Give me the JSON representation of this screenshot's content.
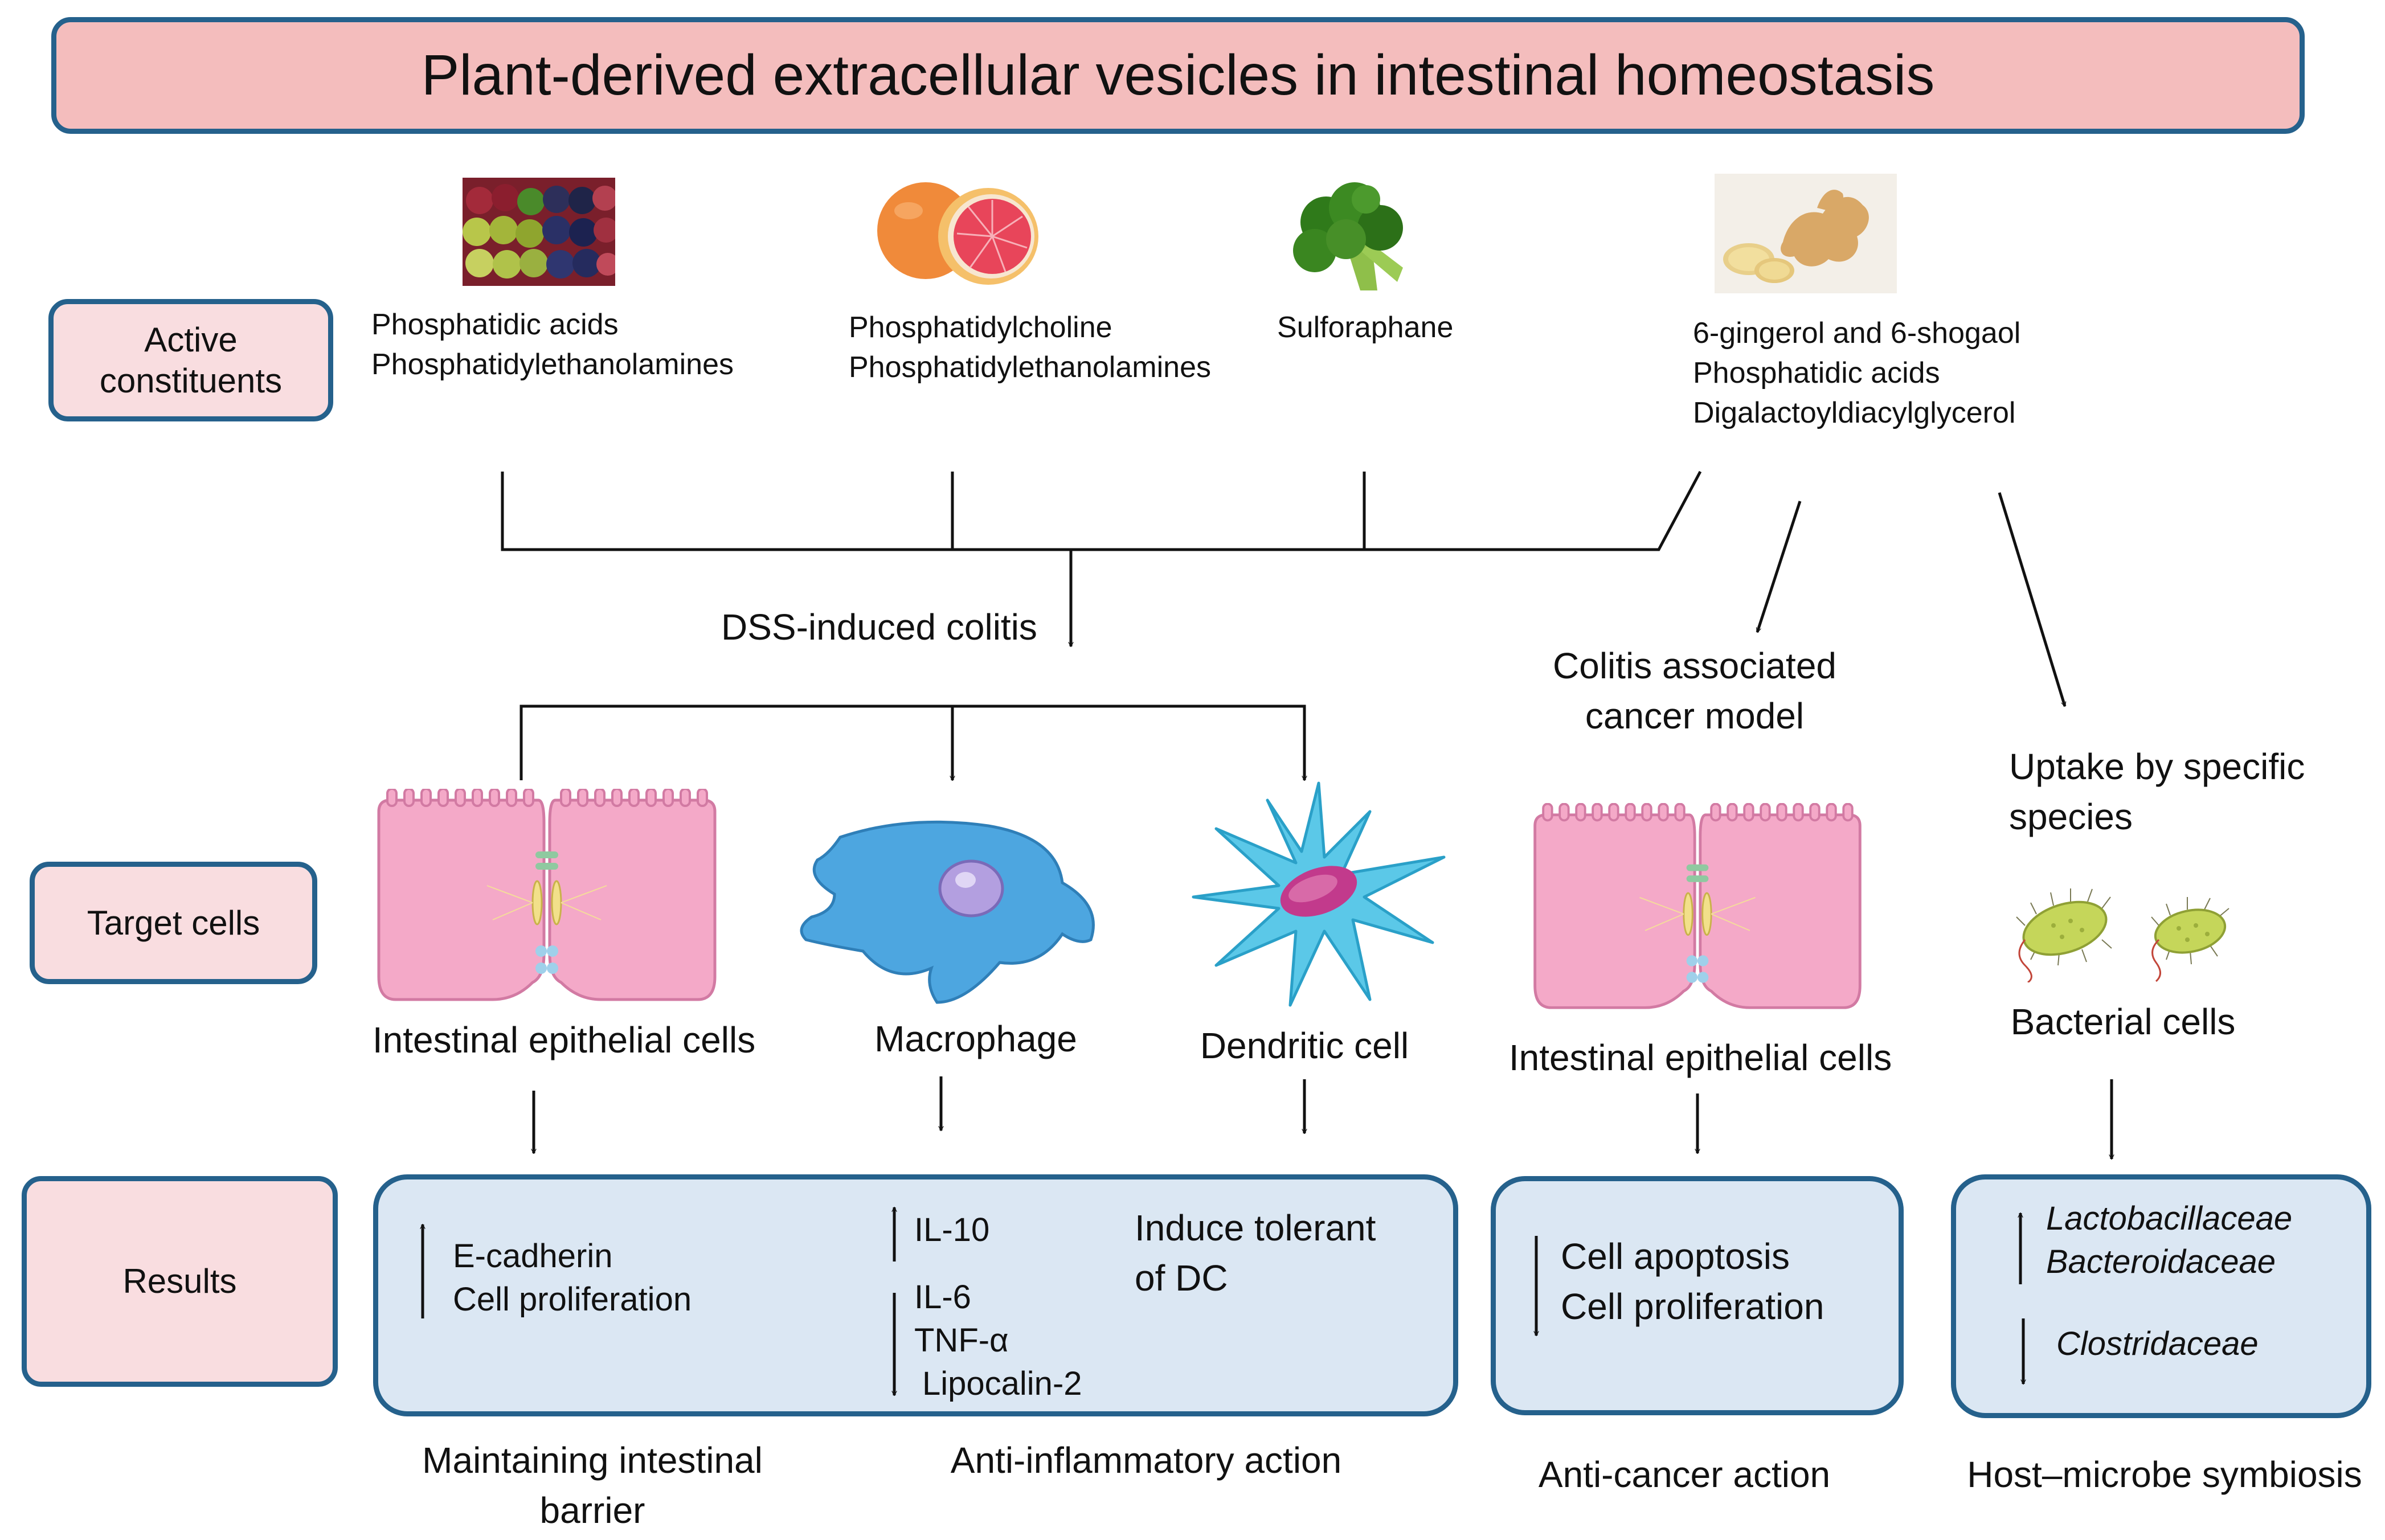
{
  "title": "Plant-derived extracellular vesicles in intestinal homeostasis",
  "rows": {
    "active": [
      "Active",
      "constituents"
    ],
    "target": "Target cells",
    "results": "Results"
  },
  "sources": [
    {
      "icon": "grapes-icon",
      "lines": [
        "Phosphatidic acids",
        "Phosphatidylethanolamines"
      ]
    },
    {
      "icon": "grapefruit-icon",
      "lines": [
        "Phosphatidylcholine",
        "Phosphatidylethanolamines"
      ]
    },
    {
      "icon": "broccoli-icon",
      "lines": [
        "Sulforaphane"
      ]
    },
    {
      "icon": "ginger-icon",
      "lines": [
        "6-gingerol and 6-shogaol",
        "Phosphatidic acids",
        "Digalactoyldiacylglycerol"
      ]
    }
  ],
  "models": {
    "dss": "DSS-induced colitis",
    "cac": [
      "Colitis associated",
      "cancer model"
    ],
    "uptake": [
      "Uptake by specific",
      "species"
    ]
  },
  "cells": {
    "iec1": "Intestinal epithelial cells",
    "macrophage": "Macrophage",
    "dendritic": "Dendritic cell",
    "iec2": "Intestinal epithelial cells",
    "bacteria": "Bacterial cells"
  },
  "results": {
    "barrier": [
      "E-cadherin",
      "Cell proliferation"
    ],
    "il10": "IL-10",
    "down_inflam": [
      "IL-6",
      "TNF-α",
      "Lipocalin-2"
    ],
    "tolerant": [
      "Induce tolerant",
      "of DC"
    ],
    "cancer": [
      "Cell apoptosis",
      "Cell proliferation"
    ],
    "up_bact": [
      "Lactobacillaceae",
      "Bacteroidaceae"
    ],
    "down_bact": "Clostridaceae"
  },
  "actions": {
    "barrier": [
      "Maintaining intestinal",
      "barrier"
    ],
    "inflam": "Anti-inflammatory action",
    "cancer": "Anti-cancer action",
    "symbiosis": "Host–microbe symbiosis"
  },
  "colors": {
    "border": "#25618c",
    "title_fill": "#f4bdbd",
    "label_fill": "#f9dde0",
    "result_fill": "#dbe7f3"
  }
}
